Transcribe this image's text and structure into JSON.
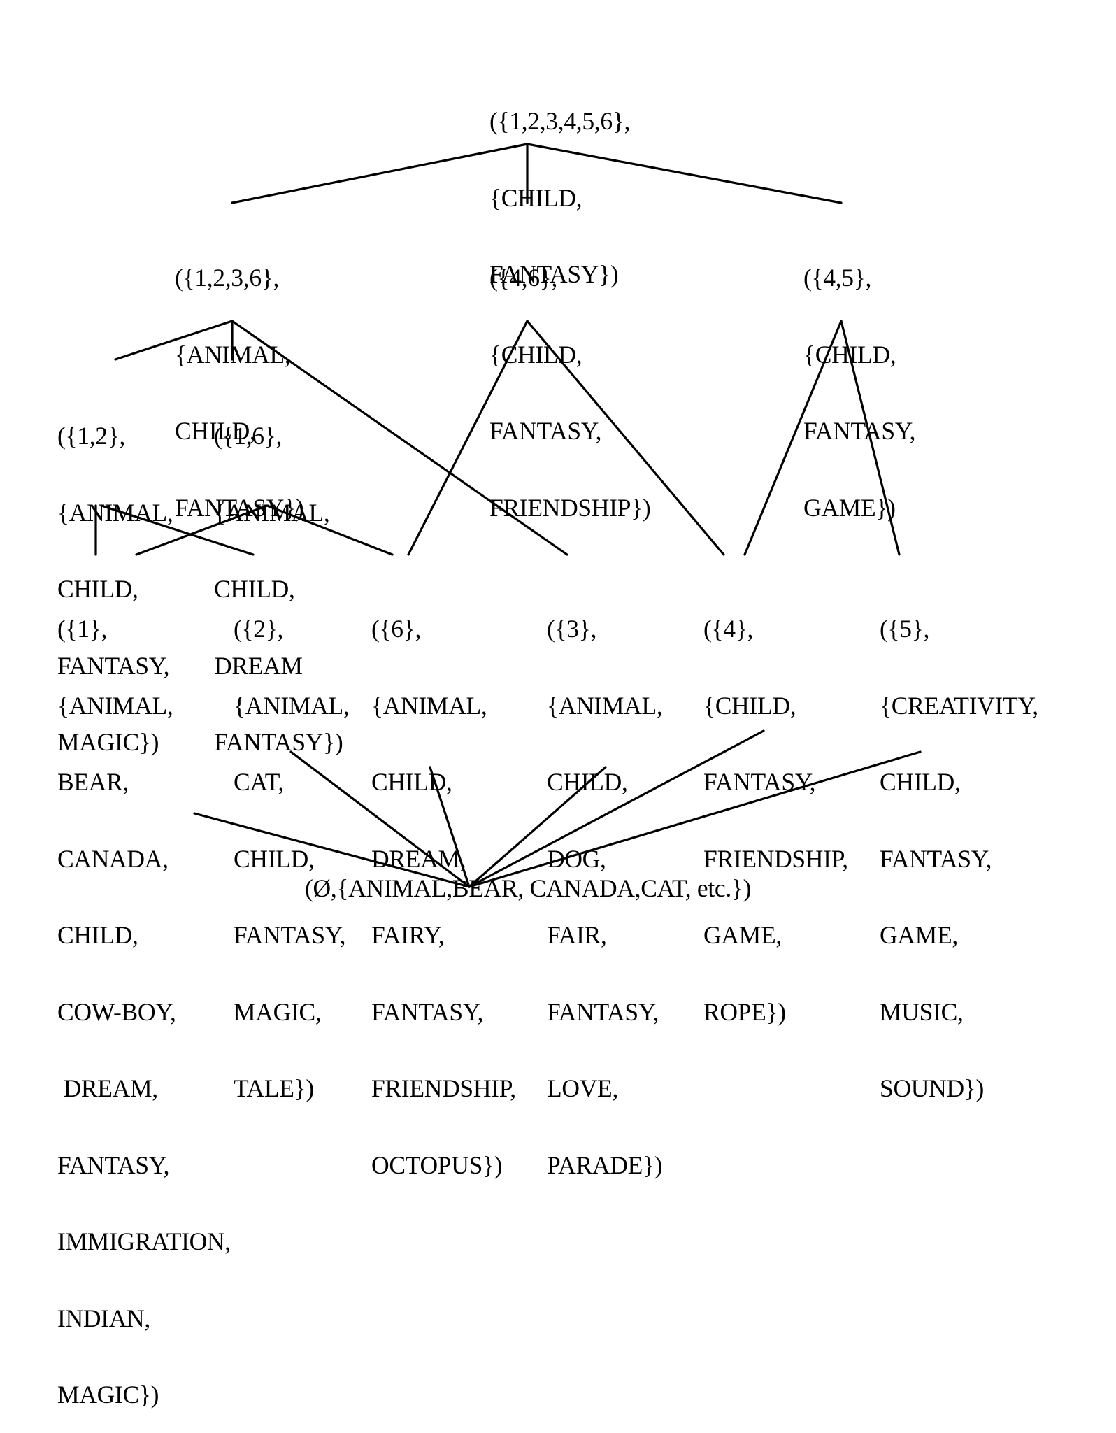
{
  "diagram": {
    "top": {
      "lines": [
        "({1,2,3,4,5,6},",
        "{CHILD,",
        "FANTASY})"
      ]
    },
    "level2": [
      {
        "lines": [
          "({1,2,3,6},",
          "{ANIMAL,",
          "CHILD,",
          "FANTASY})"
        ]
      },
      {
        "lines": [
          "({4,6},",
          "{CHILD,",
          "FANTASY,",
          "FRIENDSHIP})"
        ]
      },
      {
        "lines": [
          "({4,5},",
          "{CHILD,",
          "FANTASY,",
          "GAME})"
        ]
      }
    ],
    "level3": [
      {
        "lines": [
          "({1,2},",
          "{ANIMAL,",
          "CHILD,",
          "FANTASY,",
          "MAGIC})"
        ]
      },
      {
        "lines": [
          "({1,6},",
          "{ANIMAL,",
          "CHILD,",
          "DREAM",
          "FANTASY})"
        ]
      }
    ],
    "level4": [
      {
        "lines": [
          "({1},",
          "{ANIMAL,",
          "BEAR,",
          "CANADA,",
          "CHILD,",
          "COW-BOY,",
          " DREAM,",
          "FANTASY,",
          "IMMIGRATION,",
          "INDIAN,",
          "MAGIC})"
        ]
      },
      {
        "lines": [
          "({2},",
          "{ANIMAL,",
          "CAT,",
          "CHILD,",
          "FANTASY,",
          "MAGIC,",
          "TALE})"
        ]
      },
      {
        "lines": [
          "({6},",
          "{ANIMAL,",
          "CHILD,",
          "DREAM,",
          "FAIRY,",
          "FANTASY,",
          "FRIENDSHIP,",
          "OCTOPUS})"
        ]
      },
      {
        "lines": [
          "({3},",
          "{ANIMAL,",
          "CHILD,",
          "DOG,",
          "FAIR,",
          "FANTASY,",
          "LOVE,",
          "PARADE})"
        ]
      },
      {
        "lines": [
          "({4},",
          "{CHILD,",
          "FANTASY,",
          "FRIENDSHIP,",
          "GAME,",
          "ROPE})"
        ]
      },
      {
        "lines": [
          "({5},",
          "{CREATIVITY,",
          "CHILD,",
          "FANTASY,",
          "GAME,",
          "MUSIC,",
          "SOUND})"
        ]
      }
    ],
    "bottom": {
      "label": "(Ø,{ANIMAL,BEAR, CANADA,CAT, etc.})"
    }
  }
}
